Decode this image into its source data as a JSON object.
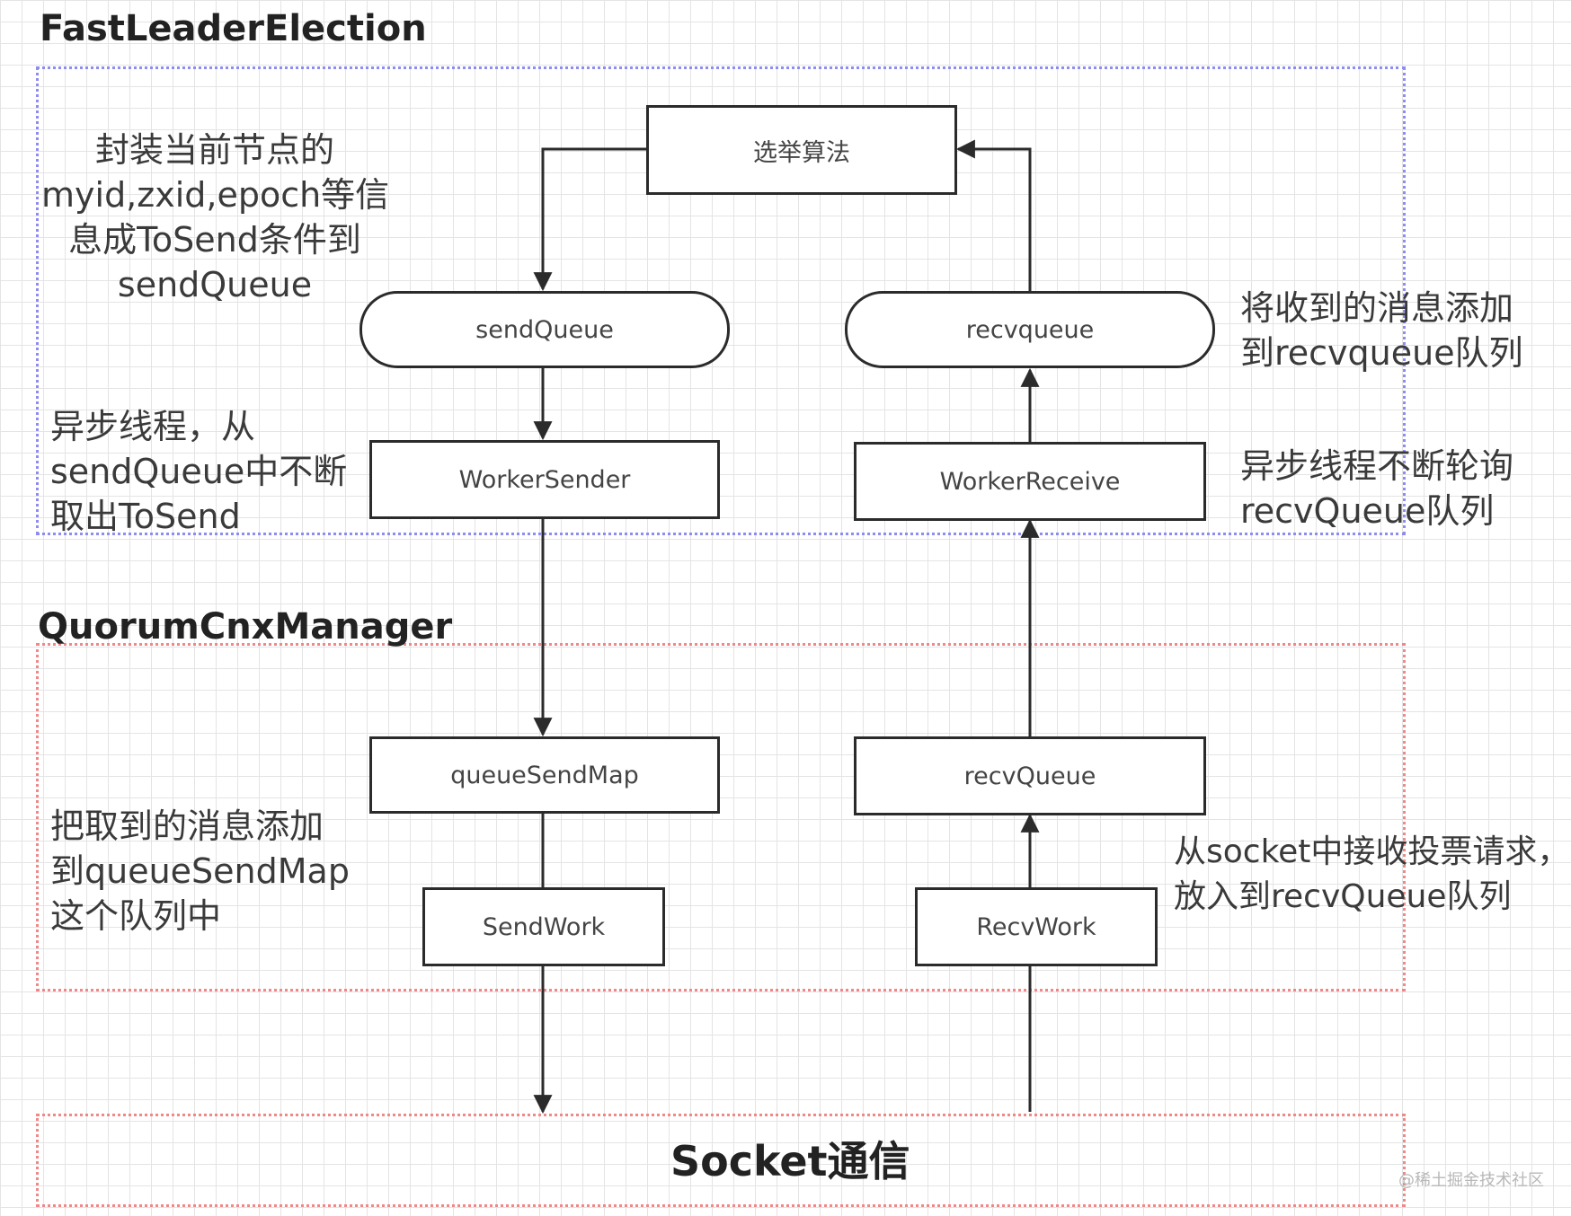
{
  "sections": {
    "fast_leader_election": "FastLeaderElection",
    "quorum_cnx_manager": "QuorumCnxManager",
    "socket": "Socket通信"
  },
  "nodes": {
    "election_algorithm": "选举算法",
    "send_queue": "sendQueue",
    "recv_queue_upper": "recvqueue",
    "worker_sender": "WorkerSender",
    "worker_receive": "WorkerReceive",
    "queue_send_map": "queueSendMap",
    "recv_queue_lower": "recvQueue",
    "send_work": "SendWork",
    "recv_work": "RecvWork"
  },
  "notes": {
    "wrap_info": [
      "封装当前节点的",
      "myid,zxid,epoch等信",
      "息成ToSend条件到",
      "sendQueue"
    ],
    "async_take": [
      "异步线程，从",
      "sendQueue中不断",
      "取出ToSend"
    ],
    "add_to_recvqueue": [
      "将收到的消息添加",
      "到recvqueue队列"
    ],
    "poll_recvqueue": [
      "异步线程不断轮询",
      "recvQueue队列"
    ],
    "add_to_sendmap": [
      "把取到的消息添加",
      "到queueSendMap",
      "这个队列中"
    ],
    "receive_votes": [
      "从socket中接收投票请求，",
      "放入到recvQueue队列"
    ]
  },
  "watermark": "@稀土掘金技术社区",
  "colors": {
    "fast_leader_election_border": "#8c8cf2",
    "quorum_cnx_manager_border": "#ef8888",
    "socket_border": "#ef8888",
    "node_border": "#2b2b2b",
    "grid": "#e4e4e4"
  }
}
